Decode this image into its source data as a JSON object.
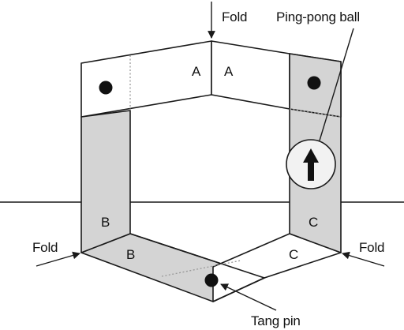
{
  "labels": {
    "fold_top": "Fold",
    "fold_left": "Fold",
    "fold_right": "Fold",
    "ping_pong_ball": "Ping-pong ball",
    "tang_pin": "Tang pin",
    "panel_a_left": "A",
    "panel_a_right": "A",
    "panel_b_upper": "B",
    "panel_b_lower": "B",
    "panel_c_upper": "C",
    "panel_c_lower": "C"
  },
  "colors": {
    "shaded_panel": "#d4d4d4",
    "white_panel": "#ffffff",
    "outline": "#1a1a1a",
    "ball_fill": "#f2f2f2",
    "fold_line": "#999999"
  }
}
